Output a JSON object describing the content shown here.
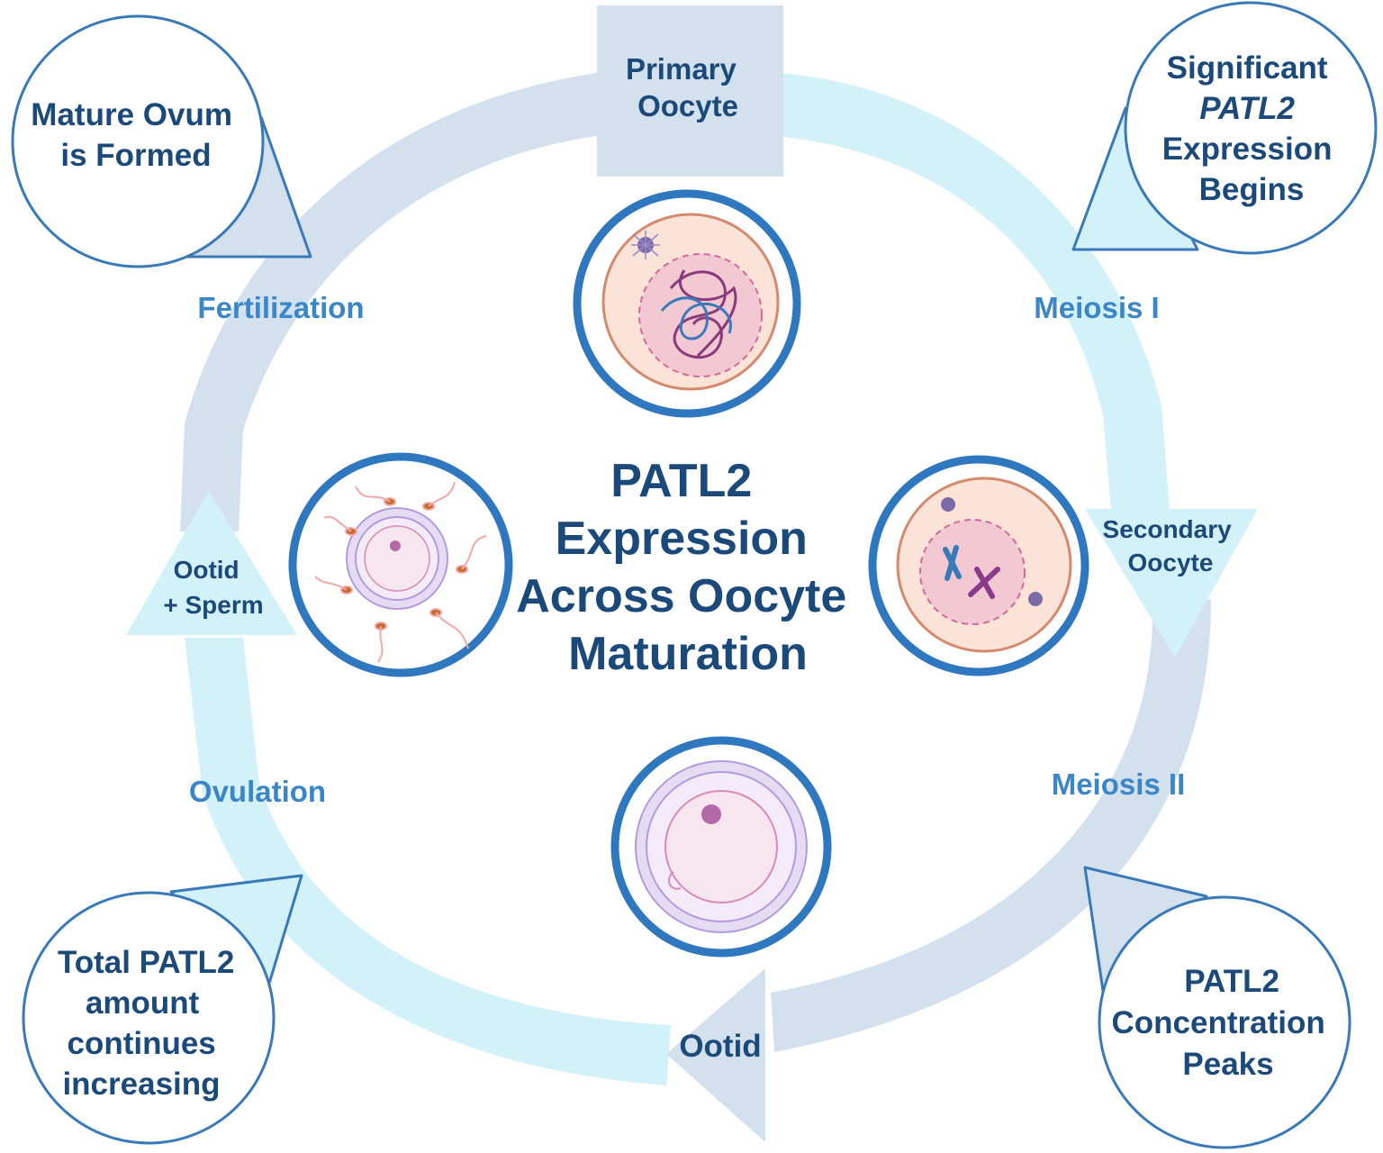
{
  "title": [
    "PATL2",
    "Expression",
    "Across Oocyte",
    "Maturation"
  ],
  "stages": {
    "primary_oocyte": [
      "Primary",
      "Oocyte"
    ],
    "secondary_oocyte": [
      "Secondary",
      "Oocyte"
    ],
    "ootid": "Ootid",
    "ootid_sperm": [
      "Ootid",
      "+ Sperm"
    ]
  },
  "transitions": {
    "meiosis_1": "Meiosis I",
    "meiosis_2": "Meiosis II",
    "ovulation": "Ovulation",
    "fertilization": "Fertilization"
  },
  "callouts": {
    "mature_ovum": [
      "Mature Ovum",
      "is Formed"
    ],
    "significant_pre": "Significant",
    "significant_gene": "PATL2",
    "significant_post": [
      "Expression",
      "Begins"
    ],
    "concentration": [
      "PATL2",
      "Concentration",
      "Peaks"
    ],
    "total": [
      "Total PATL2",
      "amount",
      "continues",
      "increasing"
    ]
  },
  "colors": {
    "ring_dark": "#d3e0ee",
    "ring_light": "#d3f1f8",
    "cell_border": "#2f78c0",
    "text_dark": "#1b4a7a",
    "text_mid": "#3a86c8"
  }
}
